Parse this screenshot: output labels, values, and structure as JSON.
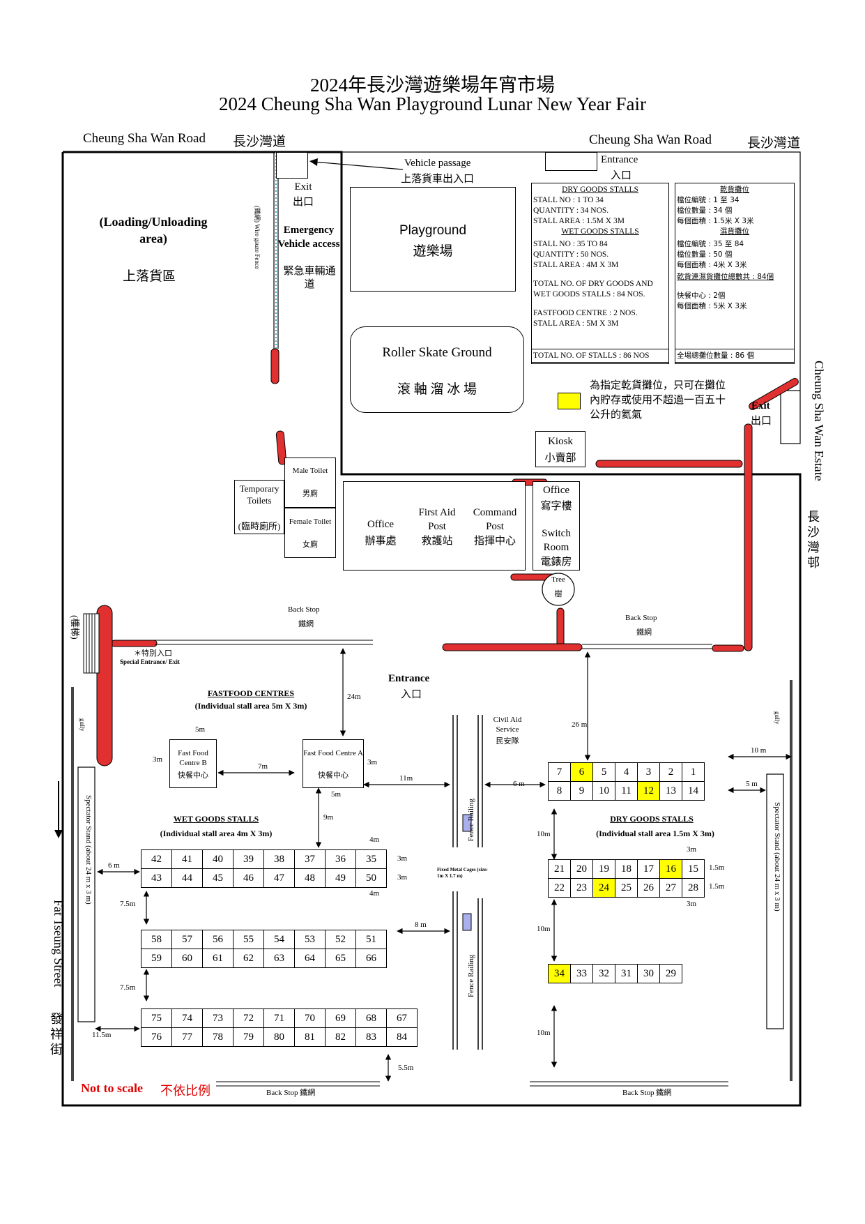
{
  "title": {
    "zh": "2024年長沙灣遊樂場年宵市場",
    "en": "2024 Cheung Sha Wan Playground Lunar New Year Fair"
  },
  "roads": {
    "top_left": "Cheung Sha Wan Road",
    "top_left_zh": "長沙灣道",
    "top_right": "Cheung Sha Wan Road",
    "top_right_zh": "長沙灣道",
    "right_vertical": "Cheung Sha Wan Estate",
    "right_vertical_zh": "長沙灣邨",
    "left_vertical": "Fat Tseung Street",
    "left_vertical_zh": "發祥街"
  },
  "areas": {
    "loading_en": "(Loading/Unloading area)",
    "loading_zh": "上落貨區",
    "wire_fence": "(鐵網) Wire gauze Fence",
    "exit_top": "Exit",
    "exit_top_zh": "出口",
    "emergency_en": "Emergency Vehicle access",
    "emergency_zh": "緊急車輛通道",
    "vehicle_passage": "Vehicle passage",
    "vehicle_passage_zh": "上落貨車出入口",
    "entrance_top": "Entrance",
    "entrance_top_zh": "入口",
    "playground": "Playground",
    "playground_zh": "遊樂場",
    "roller": "Roller Skate Ground",
    "roller_zh": "滾 軸 溜 冰 場",
    "exit_right": "Exit",
    "exit_right_zh": "出口",
    "kiosk": "Kiosk",
    "kiosk_zh": "小賣部",
    "temp_toilets": "Temporary Toilets",
    "temp_toilets_zh": "(臨時廁所)",
    "male": "Male Toilet",
    "male_zh": "男廁",
    "female": "Female Toilet",
    "female_zh": "女廁",
    "office": "Office",
    "office_zh": "辦事處",
    "first_aid": "First Aid Post",
    "first_aid_zh": "救護站",
    "command": "Command Post",
    "command_zh": "指揮中心",
    "office2": "Office",
    "office2_zh": "寫字樓",
    "switch": "Switch Room",
    "switch_zh": "電錶房",
    "tree": "Tree",
    "tree_zh": "樹",
    "stairs": "(樓梯)",
    "special_entrance_zh": "＊特別入口",
    "special_entrance": "Special Entrance/ Exit",
    "back_stop_1": "Back Stop",
    "back_stop_1_zh": "鐵網",
    "back_stop_2": "Back Stop",
    "back_stop_2_zh": "鐵網",
    "back_stop_3": "Back Stop 鐵網",
    "back_stop_4": "Back Stop 鐵網",
    "entrance_mid": "Entrance",
    "entrance_mid_zh": "入口",
    "civil_aid": "Civil Aid Service",
    "civil_aid_zh": "民安隊",
    "fence_railing": "Fence Railing",
    "fixed_cages": "Fixed Metal Cages (size: 1m X 1.7 m)",
    "gully": "gully",
    "spectator": "Spectator Stand (about 24 m x 3 m)"
  },
  "fastfood": {
    "heading": "FASTFOOD CENTRES",
    "sub": "(Individual stall area 5m X 3m)",
    "b_en": "Fast Food Centre B",
    "b_zh": "快餐中心",
    "a_en": "Fast Food Centre A",
    "a_zh": "快餐中心"
  },
  "wet": {
    "heading": "WET GOODS STALLS",
    "sub": "(Individual stall area 4m X 3m)",
    "rows": [
      [
        "42",
        "41",
        "40",
        "39",
        "38",
        "37",
        "36",
        "35"
      ],
      [
        "43",
        "44",
        "45",
        "46",
        "47",
        "48",
        "49",
        "50"
      ],
      [
        "58",
        "57",
        "56",
        "55",
        "54",
        "53",
        "52",
        "51"
      ],
      [
        "59",
        "60",
        "61",
        "62",
        "63",
        "64",
        "65",
        "66"
      ],
      [
        "75",
        "74",
        "73",
        "72",
        "71",
        "70",
        "69",
        "68",
        "67"
      ],
      [
        "76",
        "77",
        "78",
        "79",
        "80",
        "81",
        "82",
        "83",
        "84"
      ]
    ]
  },
  "dry": {
    "heading": "DRY GOODS STALLS",
    "sub": "(Individual stall area 1.5m X 3m)",
    "rows": [
      [
        "7",
        "6",
        "5",
        "4",
        "3",
        "2",
        "1"
      ],
      [
        "8",
        "9",
        "10",
        "11",
        "12",
        "13",
        "14"
      ],
      [
        "21",
        "20",
        "19",
        "18",
        "17",
        "16",
        "15"
      ],
      [
        "22",
        "23",
        "24",
        "25",
        "26",
        "27",
        "28"
      ],
      [
        "34",
        "33",
        "32",
        "31",
        "30",
        "29"
      ]
    ],
    "highlighted": [
      "6",
      "12",
      "16",
      "24",
      "34"
    ]
  },
  "dims": {
    "d24m": "24m",
    "d26m": "26 m",
    "d10m_right": "10 m",
    "d5m_right": "5 m",
    "d5m_ff": "5m",
    "d3m_ffb": "3m",
    "d7m": "7m",
    "d3m_ffa": "3m",
    "d5m_ffa": "5m",
    "d11m": "11m",
    "d6m_dry": "6 m",
    "d9m": "9m",
    "d4m_top": "4m",
    "d3m_r1": "3m",
    "d3m_r2": "3m",
    "d4m_bot": "4m",
    "d6m_wet": "6 m",
    "d75m_1": "7.5m",
    "d8m": "8 m",
    "d75m_2": "7.5m",
    "d115m": "11.5m",
    "d55m": "5.5m",
    "d10m_a": "10m",
    "d3m_dry_top": "3m",
    "d15m_1": "1.5m",
    "d15m_2": "1.5m",
    "d3m_dry_bot": "3m",
    "d10m_b": "10m",
    "d10m_c": "10m"
  },
  "info_en": [
    "DRY GOODS STALLS",
    "STALL NO      : 1 TO 34",
    "QUANTITY      : 34 NOS.",
    "STALL AREA  : 1.5M X 3M",
    "WET GOODS STALLS",
    "STALL NO      : 35 TO 84",
    "QUANTITY      : 50 NOS.",
    "STALL AREA  : 4M X 3M",
    "TOTAL NO. OF DRY GOODS AND",
    "WET GOODS STALLS : 84 NOS.",
    "FASTFOOD CENTRE : 2 NOS.",
    "STALL AREA : 5M X 3M",
    "TOTAL NO. OF STALLS : 86 NOS"
  ],
  "info_zh": [
    "乾貨攤位",
    "檔位編號          : 1 至 34",
    "檔位數量          : 34 個",
    "每個面積          : 1.5米 X 3米",
    "濕貨攤位",
    "檔位編號          : 35 至 84",
    "檔位數量          : 50 個",
    "每個面積          : 4米 X 3米",
    "乾貨連濕貨攤位總數共 : 84個",
    "快餐中心          : 2個",
    "每個面積          : 5米 X 3米",
    "全場總攤位數量 : 86 個"
  ],
  "legend_text": "為指定乾貨攤位，只可在攤位內貯存或使用不超過一百五十公升的氦氣",
  "not_to_scale": "Not to scale",
  "not_to_scale_zh": "不依比例",
  "colors": {
    "highlight": "#ffff00",
    "red": "#e00000",
    "barrier": "#e03030"
  }
}
